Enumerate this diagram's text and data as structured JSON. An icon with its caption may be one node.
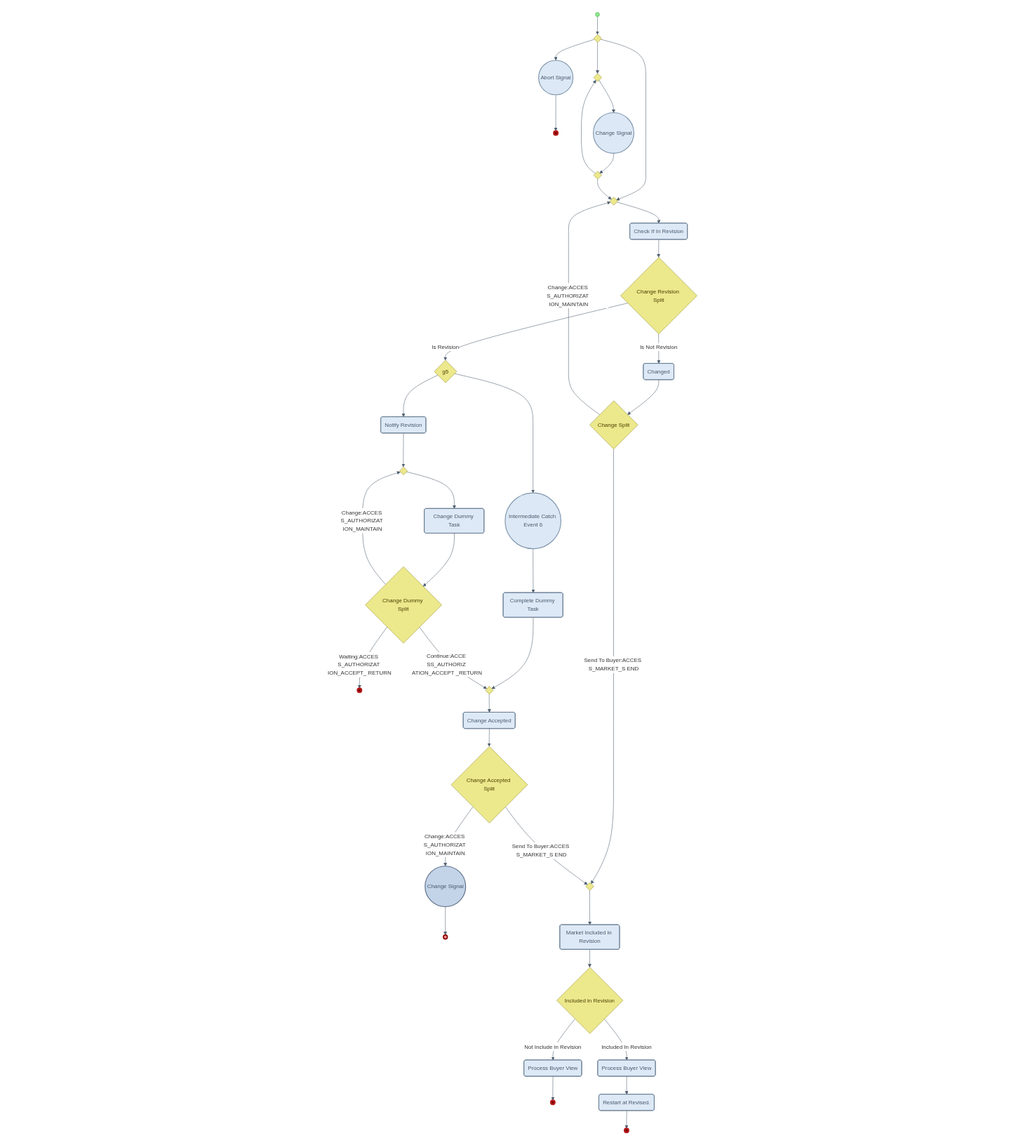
{
  "diagram": {
    "nodes": [
      {
        "text": [
          "Abort Signal"
        ]
      },
      {
        "text": [],
        "shape": "circle"
      },
      {
        "text": [],
        "shape": "circle"
      },
      {
        "text": [],
        "shape": "diamond"
      },
      {
        "text": [],
        "shape": "diamond"
      },
      {
        "text": [
          "Change Signal"
        ]
      },
      {
        "text": [],
        "shape": "diamond"
      },
      {
        "text": [],
        "shape": "diamond"
      },
      {
        "text": [
          "Intermediate Catch Event 6"
        ]
      },
      {
        "text": [
          "Check If In Revision"
        ]
      },
      {
        "text": [
          "Change Revision Split"
        ]
      },
      {
        "text": [
          "Complete Dummy Task"
        ]
      },
      {
        "text": [
          "g5"
        ]
      },
      {
        "text": [],
        "shape": "circle"
      },
      {
        "text": [
          "Notify Revision"
        ]
      },
      {
        "text": [
          "Changed"
        ]
      },
      {
        "text": [],
        "shape": "diamond"
      },
      {
        "text": [
          "Change Dummy Task"
        ]
      },
      {
        "text": [
          "Change Dummy Split"
        ]
      },
      {
        "text": [],
        "shape": "diamond"
      },
      {
        "text": [
          "Change Split"
        ]
      },
      {
        "text": [
          "Change Accepted"
        ]
      },
      {
        "text": [],
        "shape": "diamond"
      },
      {
        "text": [
          "Change Accepted Split"
        ]
      },
      {
        "text": [
          "Change Signal"
        ]
      },
      {
        "text": [],
        "shape": "circle"
      },
      {
        "text": [],
        "shape": "circle"
      },
      {
        "text": [
          "Market Included in Revision"
        ]
      },
      {
        "text": [
          "Process Buyer View"
        ]
      },
      {
        "text": [
          "Included in Revision"
        ]
      },
      {
        "text": [
          "Process Buyer View"
        ]
      },
      {
        "text": [
          "Restart at Revised."
        ]
      },
      {
        "text": [],
        "shape": "circle"
      }
    ],
    "edges": [
      {
        "from": 2,
        "to": 3,
        "arrow": "to"
      },
      {
        "from": 3,
        "to": 0,
        "arrow": "to"
      },
      {
        "from": 0,
        "to": 1,
        "arrow": "to"
      },
      {
        "from": 3,
        "to": 4,
        "arrow": "to"
      },
      {
        "from": 3,
        "to": 7,
        "arrow": "to"
      },
      {
        "from": 4,
        "to": 5,
        "arrow": "to"
      },
      {
        "from": 5,
        "to": 6,
        "arrow": "to"
      },
      {
        "from": 6,
        "to": 4,
        "arrow": "to"
      },
      {
        "from": 6,
        "to": 7,
        "arrow": "to"
      },
      {
        "from": 20,
        "to": 7,
        "label": "Change:ACCES S_AUTHORIZAT ION_MAINTAIN",
        "arrow": "to"
      },
      {
        "from": 7,
        "to": 9,
        "arrow": "to"
      },
      {
        "from": 9,
        "to": 10,
        "arrow": "to"
      },
      {
        "from": 10,
        "to": 12,
        "label": "Is Revision",
        "arrow": "to"
      },
      {
        "from": 10,
        "to": 15,
        "label": "Is Not Revision",
        "arrow": "to"
      },
      {
        "from": 12,
        "to": 8,
        "arrow": "to"
      },
      {
        "from": 8,
        "to": 11,
        "arrow": "to"
      },
      {
        "from": 11,
        "to": 19,
        "arrow": "to"
      },
      {
        "from": 12,
        "to": 14,
        "arrow": "to"
      },
      {
        "from": 14,
        "to": 16,
        "arrow": "to"
      },
      {
        "from": 16,
        "to": 17,
        "arrow": "to"
      },
      {
        "from": 17,
        "to": 18,
        "arrow": "to"
      },
      {
        "from": 18,
        "to": 13,
        "label": "Waiting:ACCES S_AUTHORIZAT ION_ACCEPT_ RETURN",
        "arrow": "to"
      },
      {
        "from": 18,
        "to": 19,
        "label": "Continue:ACCE SS_AUTHORIZ ATION_ACCEPT _RETURN",
        "arrow": "to"
      },
      {
        "from": 18,
        "to": 16,
        "label": "Change:ACCES S_AUTHORIZAT ION_MAINTAIN",
        "arrow": "to"
      },
      {
        "from": 19,
        "to": 21,
        "arrow": "to"
      },
      {
        "from": 15,
        "to": 20,
        "arrow": "to"
      },
      {
        "from": 20,
        "to": 22,
        "label": "Send To Buyer:ACCES S_MARKET_S END",
        "arrow": "to"
      },
      {
        "from": 21,
        "to": 23,
        "arrow": "to"
      },
      {
        "from": 23,
        "to": 22,
        "label": "Send To Buyer:ACCES S_MARKET_S END",
        "arrow": "to"
      },
      {
        "from": 23,
        "to": 24,
        "label": "Change:ACCES S_AUTHORIZAT ION_MAINTAIN",
        "arrow": "to"
      },
      {
        "from": 24,
        "to": 25,
        "arrow": "to"
      },
      {
        "from": 22,
        "to": 27,
        "arrow": "to"
      },
      {
        "from": 27,
        "to": 29,
        "arrow": "to"
      },
      {
        "from": 29,
        "to": 28,
        "label": "Not Include in Revision",
        "arrow": "to"
      },
      {
        "from": 28,
        "to": 26,
        "arrow": "to"
      },
      {
        "from": 29,
        "to": 30,
        "label": "Included In Revision",
        "arrow": "to"
      },
      {
        "from": 30,
        "to": 31,
        "arrow": "to"
      },
      {
        "from": 31,
        "to": 32,
        "arrow": "to"
      }
    ]
  }
}
